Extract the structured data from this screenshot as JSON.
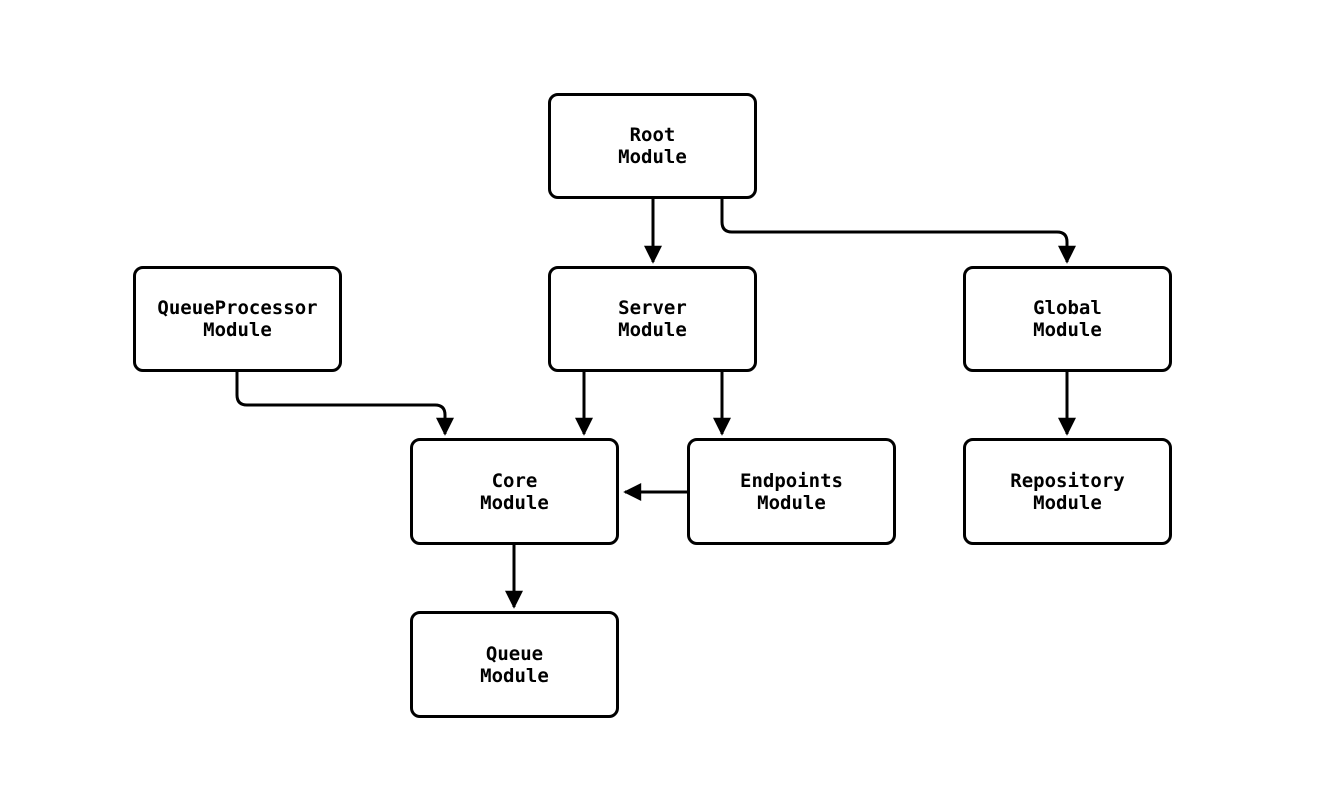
{
  "diagram": {
    "type": "module-dependency-flowchart",
    "background_color": "#ffffff",
    "node_fill_color": "#ffffff",
    "node_border_color": "#000000",
    "edge_color": "#000000",
    "nodes": {
      "root": {
        "label": "Root\nModule"
      },
      "queueprocessor": {
        "label": "QueueProcessor\nModule"
      },
      "server": {
        "label": "Server\nModule"
      },
      "global": {
        "label": "Global\nModule"
      },
      "core": {
        "label": "Core\nModule"
      },
      "endpoints": {
        "label": "Endpoints\nModule"
      },
      "repository": {
        "label": "Repository\nModule"
      },
      "queue": {
        "label": "Queue\nModule"
      }
    },
    "edges": [
      {
        "from": "Root Module",
        "to": "Server Module"
      },
      {
        "from": "Root Module",
        "to": "Global Module"
      },
      {
        "from": "QueueProcessor Module",
        "to": "Core Module"
      },
      {
        "from": "Server Module",
        "to": "Core Module"
      },
      {
        "from": "Server Module",
        "to": "Endpoints Module"
      },
      {
        "from": "Endpoints Module",
        "to": "Core Module"
      },
      {
        "from": "Global Module",
        "to": "Repository Module"
      },
      {
        "from": "Core Module",
        "to": "Queue Module"
      }
    ]
  }
}
